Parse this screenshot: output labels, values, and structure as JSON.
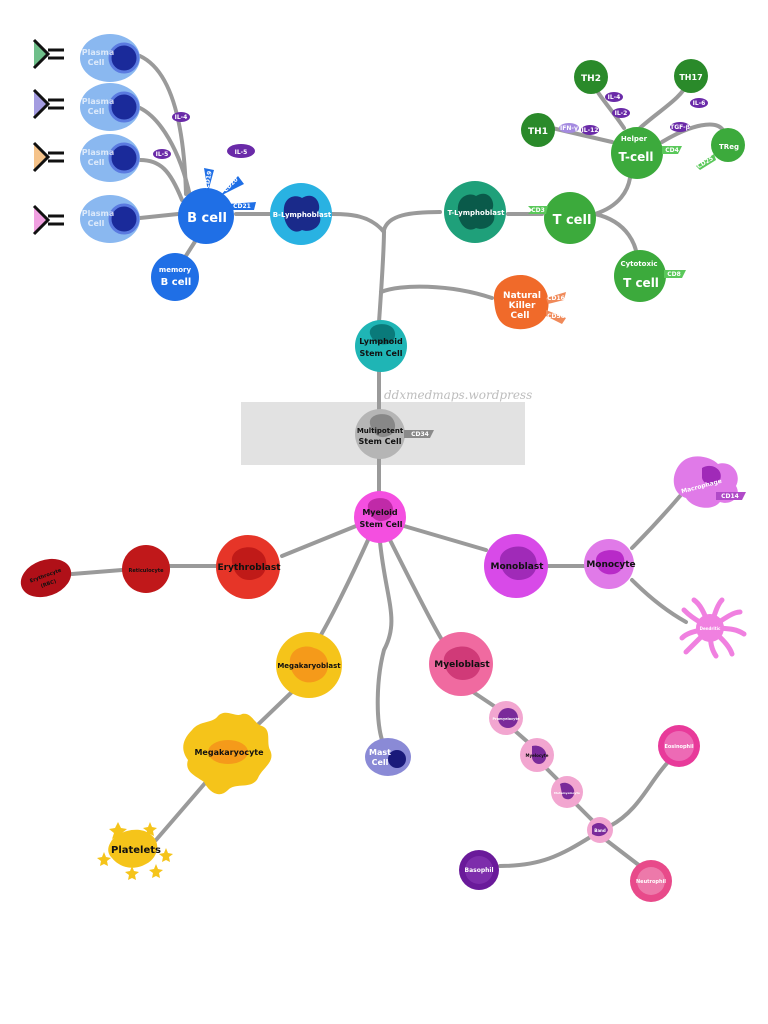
{
  "watermark": "ddxmedmaps.wordpress",
  "cells": {
    "multipotent": "Multipotent",
    "multipotent2": "Stem Cell",
    "lymphoid": "Lymphoid",
    "lymphoid2": "Stem Cell",
    "myeloid": "Myeloid",
    "myeloid2": "Stem Cell",
    "b_lymphoblast": "B-Lymphoblast",
    "t_lymphoblast": "T-Lymphoblast",
    "b_cell": "B cell",
    "memory_b": "memory",
    "memory_b2": "B cell",
    "t_cell": "T cell",
    "helper": "Helper",
    "helper2": "T-cell",
    "cytotoxic": "Cytotoxic",
    "cytotoxic2": "T cell",
    "nk": "Natural",
    "nk2": "Killer",
    "nk3": "Cell",
    "th1": "TH1",
    "th2": "TH2",
    "th17": "TH17",
    "treg": "TReg",
    "plasma": "Plasma",
    "plasma2": "Cell",
    "erythroblast": "Erythroblast",
    "reticulocyte": "Reticulocyte",
    "erythrocyte": "Erythrocyte",
    "erythrocyte2": "(RBC)",
    "megakaryoblast": "Megakaryoblast",
    "megakaryocyte": "Megakaryocyte",
    "platelets": "Platelets",
    "mast": "Mast",
    "mast2": "Cell",
    "myeloblast": "Myeloblast",
    "monoblast": "Monoblast",
    "monocyte": "Monocyte",
    "macrophage": "Macrophage",
    "dendritic": "Dendritic",
    "eosinophil": "Eosinophil",
    "basophil": "Basophil",
    "neutrophil": "Neutrophil",
    "promyelocyte": "Promyelocyte",
    "myelocyte": "Myelocyte",
    "metamyelocyte": "Metamyelocyte",
    "band": "Band"
  },
  "markers": {
    "cd34": "CD34",
    "cd19": "CD19",
    "cd20": "CD20",
    "cd21": "CD21",
    "cd3": "CD3",
    "cd4": "CD4",
    "cd8": "CD8",
    "cd25": "CD25",
    "cd16": "CD16",
    "cd56": "CD56",
    "cd14": "CD14"
  },
  "cytokines": {
    "il5": "IL-5",
    "il4": "IL-4",
    "il4b": "IL-4",
    "il6": "IL-6",
    "il2": "IL-2",
    "il12": "IL-12",
    "ifn": "IFN-γ",
    "tgfb": "TGF-β",
    "il5small": "IL-5"
  },
  "colors": {
    "connector": "#9a9a9a",
    "highlight_box": "#e2e2e2",
    "b_lineage": "#1f6fe6",
    "t_lineage": "#3caa3c",
    "nk": "#f06a2a",
    "lymphoid_stem": "#1fb5b5",
    "myeloid_stem": "#f44fe0",
    "erythroid": "#e63528",
    "megakaryocytic": "#f5c41a",
    "granulocytic": "#f06aa0",
    "monocytic": "#d84ae8",
    "mast": "#8a8ad6",
    "cytokine": "#6a2aa8"
  }
}
